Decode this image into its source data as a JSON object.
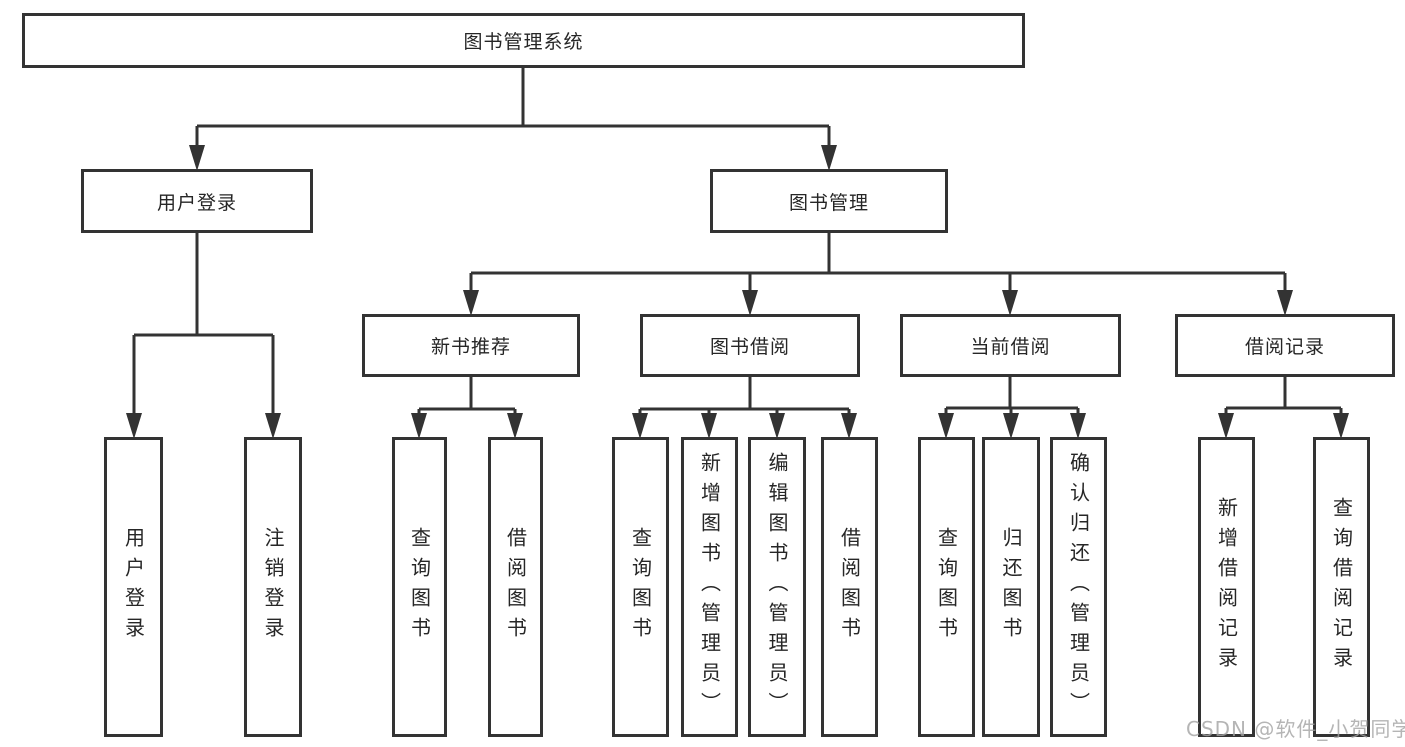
{
  "nodes": {
    "root": "图书管理系统",
    "user_login": "用户登录",
    "book_mgmt": "图书管理",
    "new_book_rec": "新书推荐",
    "book_borrow": "图书借阅",
    "current_borrow": "当前借阅",
    "borrow_records": "借阅记录",
    "leaf_user_login": "用户登录",
    "leaf_logout": "注销登录",
    "leaf_rec_query": "查询图书",
    "leaf_rec_borrow": "借阅图书",
    "leaf_bb_query": "查询图书",
    "leaf_bb_add": "新增图书（管理员）",
    "leaf_bb_edit": "编辑图书（管理员）",
    "leaf_bb_borrow": "借阅图书",
    "leaf_cb_query": "查询图书",
    "leaf_cb_return": "归还图书",
    "leaf_cb_confirm": "确认归还（管理员）",
    "leaf_br_add": "新增借阅记录",
    "leaf_br_query": "查询借阅记录"
  },
  "watermark": "CSDN @软件_小贺同学",
  "colors": {
    "line": "#333333",
    "text": "#262626",
    "box_background": "#ffffff",
    "watermark": "#a3a3a3"
  }
}
